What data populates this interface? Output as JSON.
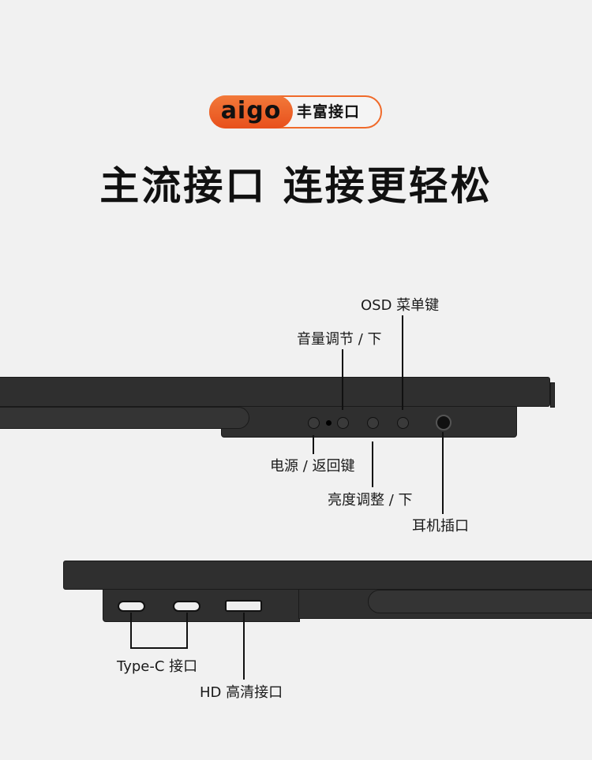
{
  "badge": {
    "logo": "aigo",
    "text": "丰富接口"
  },
  "title": "主流接口 连接更轻松",
  "side_labels": {
    "osd": "OSD 菜单键",
    "volume": "音量调节 / 下",
    "power": "电源 / 返回键",
    "brightness": "亮度调整 / 下",
    "headphone": "耳机插口"
  },
  "bottom_labels": {
    "typec": "Type-C 接口",
    "hdmi": "HD 高清接口"
  },
  "colors": {
    "accent": "#f06a2a",
    "device": "#2f2f2f",
    "background": "#f1f1f1"
  }
}
